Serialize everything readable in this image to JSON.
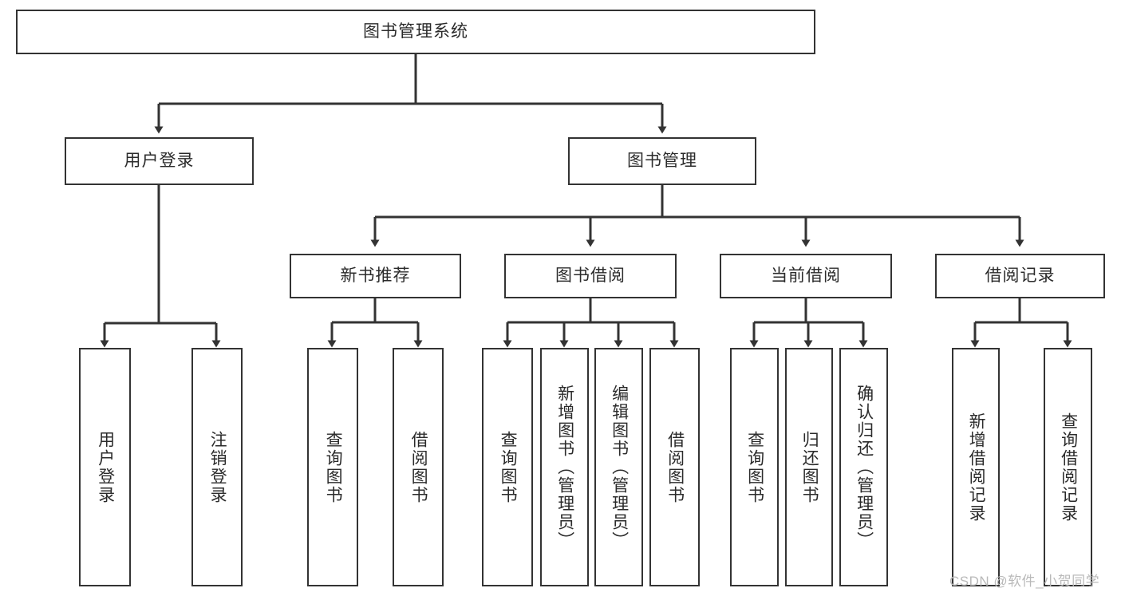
{
  "diagram": {
    "title": "图书管理系统",
    "type": "tree-hierarchy-chart",
    "root": {
      "id": "root",
      "label": "图书管理系统"
    },
    "level2": [
      {
        "id": "user-login",
        "label": "用户登录"
      },
      {
        "id": "book-manage",
        "label": "图书管理"
      }
    ],
    "level3": [
      {
        "id": "new-book-recommend",
        "label": "新书推荐",
        "parent": "book-manage"
      },
      {
        "id": "book-borrow",
        "label": "图书借阅",
        "parent": "book-manage"
      },
      {
        "id": "current-borrow",
        "label": "当前借阅",
        "parent": "book-manage"
      },
      {
        "id": "borrow-record",
        "label": "借阅记录",
        "parent": "book-manage"
      }
    ],
    "leaves": {
      "user-login": [
        {
          "id": "leaf-user-login",
          "label": "用户登录"
        },
        {
          "id": "leaf-user-logout",
          "label": "注销登录"
        }
      ],
      "new-book-recommend": [
        {
          "id": "leaf-query-book-1",
          "label": "查询图书"
        },
        {
          "id": "leaf-borrow-book-1",
          "label": "借阅图书"
        }
      ],
      "book-borrow": [
        {
          "id": "leaf-query-book-2",
          "label": "查询图书"
        },
        {
          "id": "leaf-add-book",
          "label": "新增图书（管理员）"
        },
        {
          "id": "leaf-edit-book",
          "label": "编辑图书（管理员）"
        },
        {
          "id": "leaf-borrow-book-2",
          "label": "借阅图书"
        }
      ],
      "current-borrow": [
        {
          "id": "leaf-query-book-3",
          "label": "查询图书"
        },
        {
          "id": "leaf-return-book",
          "label": "归还图书"
        },
        {
          "id": "leaf-confirm-return",
          "label": "确认归还（管理员）"
        }
      ],
      "borrow-record": [
        {
          "id": "leaf-add-record",
          "label": "新增借阅记录"
        },
        {
          "id": "leaf-query-record",
          "label": "查询借阅记录"
        }
      ]
    }
  },
  "watermark": {
    "text": "CSDN @软件_小贺同学"
  },
  "colors": {
    "stroke": "#333333",
    "background": "#ffffff",
    "text": "#2b2b2b",
    "watermark": "#b9b9b9"
  }
}
